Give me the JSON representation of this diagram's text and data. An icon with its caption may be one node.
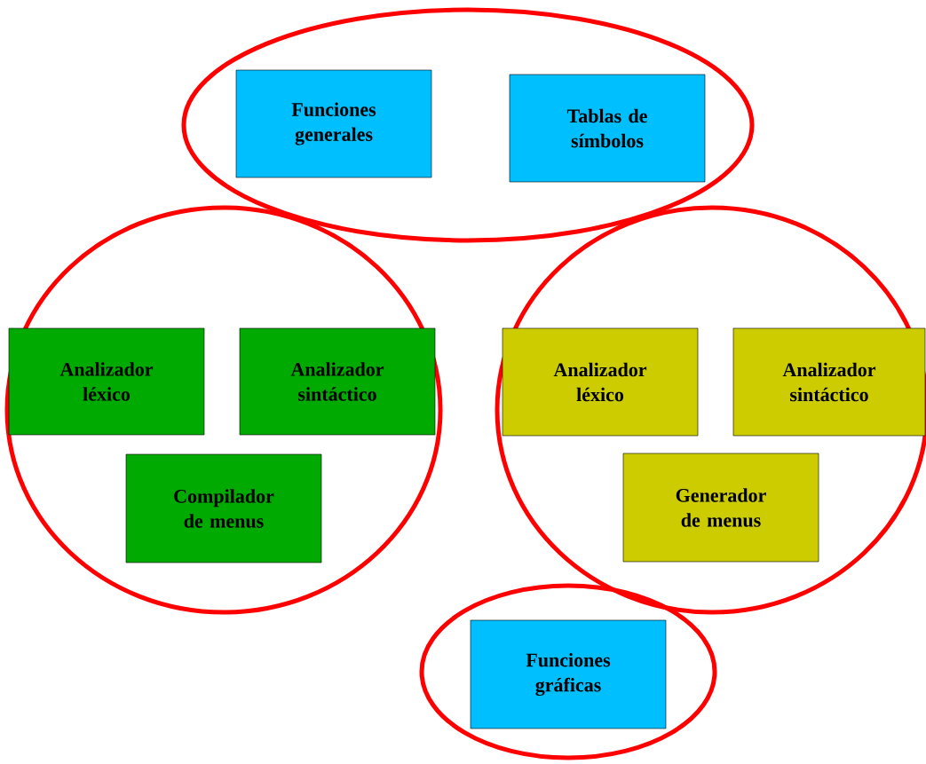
{
  "diagram": {
    "nodes": [
      {
        "text": [],
        "shape": "ellipse"
      },
      {
        "text": [
          "Funciones generales"
        ],
        "in": 0
      },
      {
        "text": [
          "Tablas de símbolos"
        ],
        "in": 0
      },
      {
        "text": [],
        "shape": "ellipse"
      },
      {
        "text": [
          "Analizador léxico"
        ],
        "in": 3
      },
      {
        "text": [
          "Analizador sintáctico"
        ],
        "in": 3
      },
      {
        "text": [
          "Compilador de menus"
        ],
        "in": 3
      },
      {
        "text": [],
        "shape": "ellipse"
      },
      {
        "text": [
          "Analizador léxico"
        ],
        "in": 7
      },
      {
        "text": [
          "Analizador sintáctico"
        ],
        "in": 7
      },
      {
        "text": [
          "Generador de menus"
        ],
        "in": 7
      },
      {
        "text": [],
        "shape": "ellipse"
      },
      {
        "text": [
          "Funciones gráficas"
        ],
        "in": 11
      }
    ]
  }
}
